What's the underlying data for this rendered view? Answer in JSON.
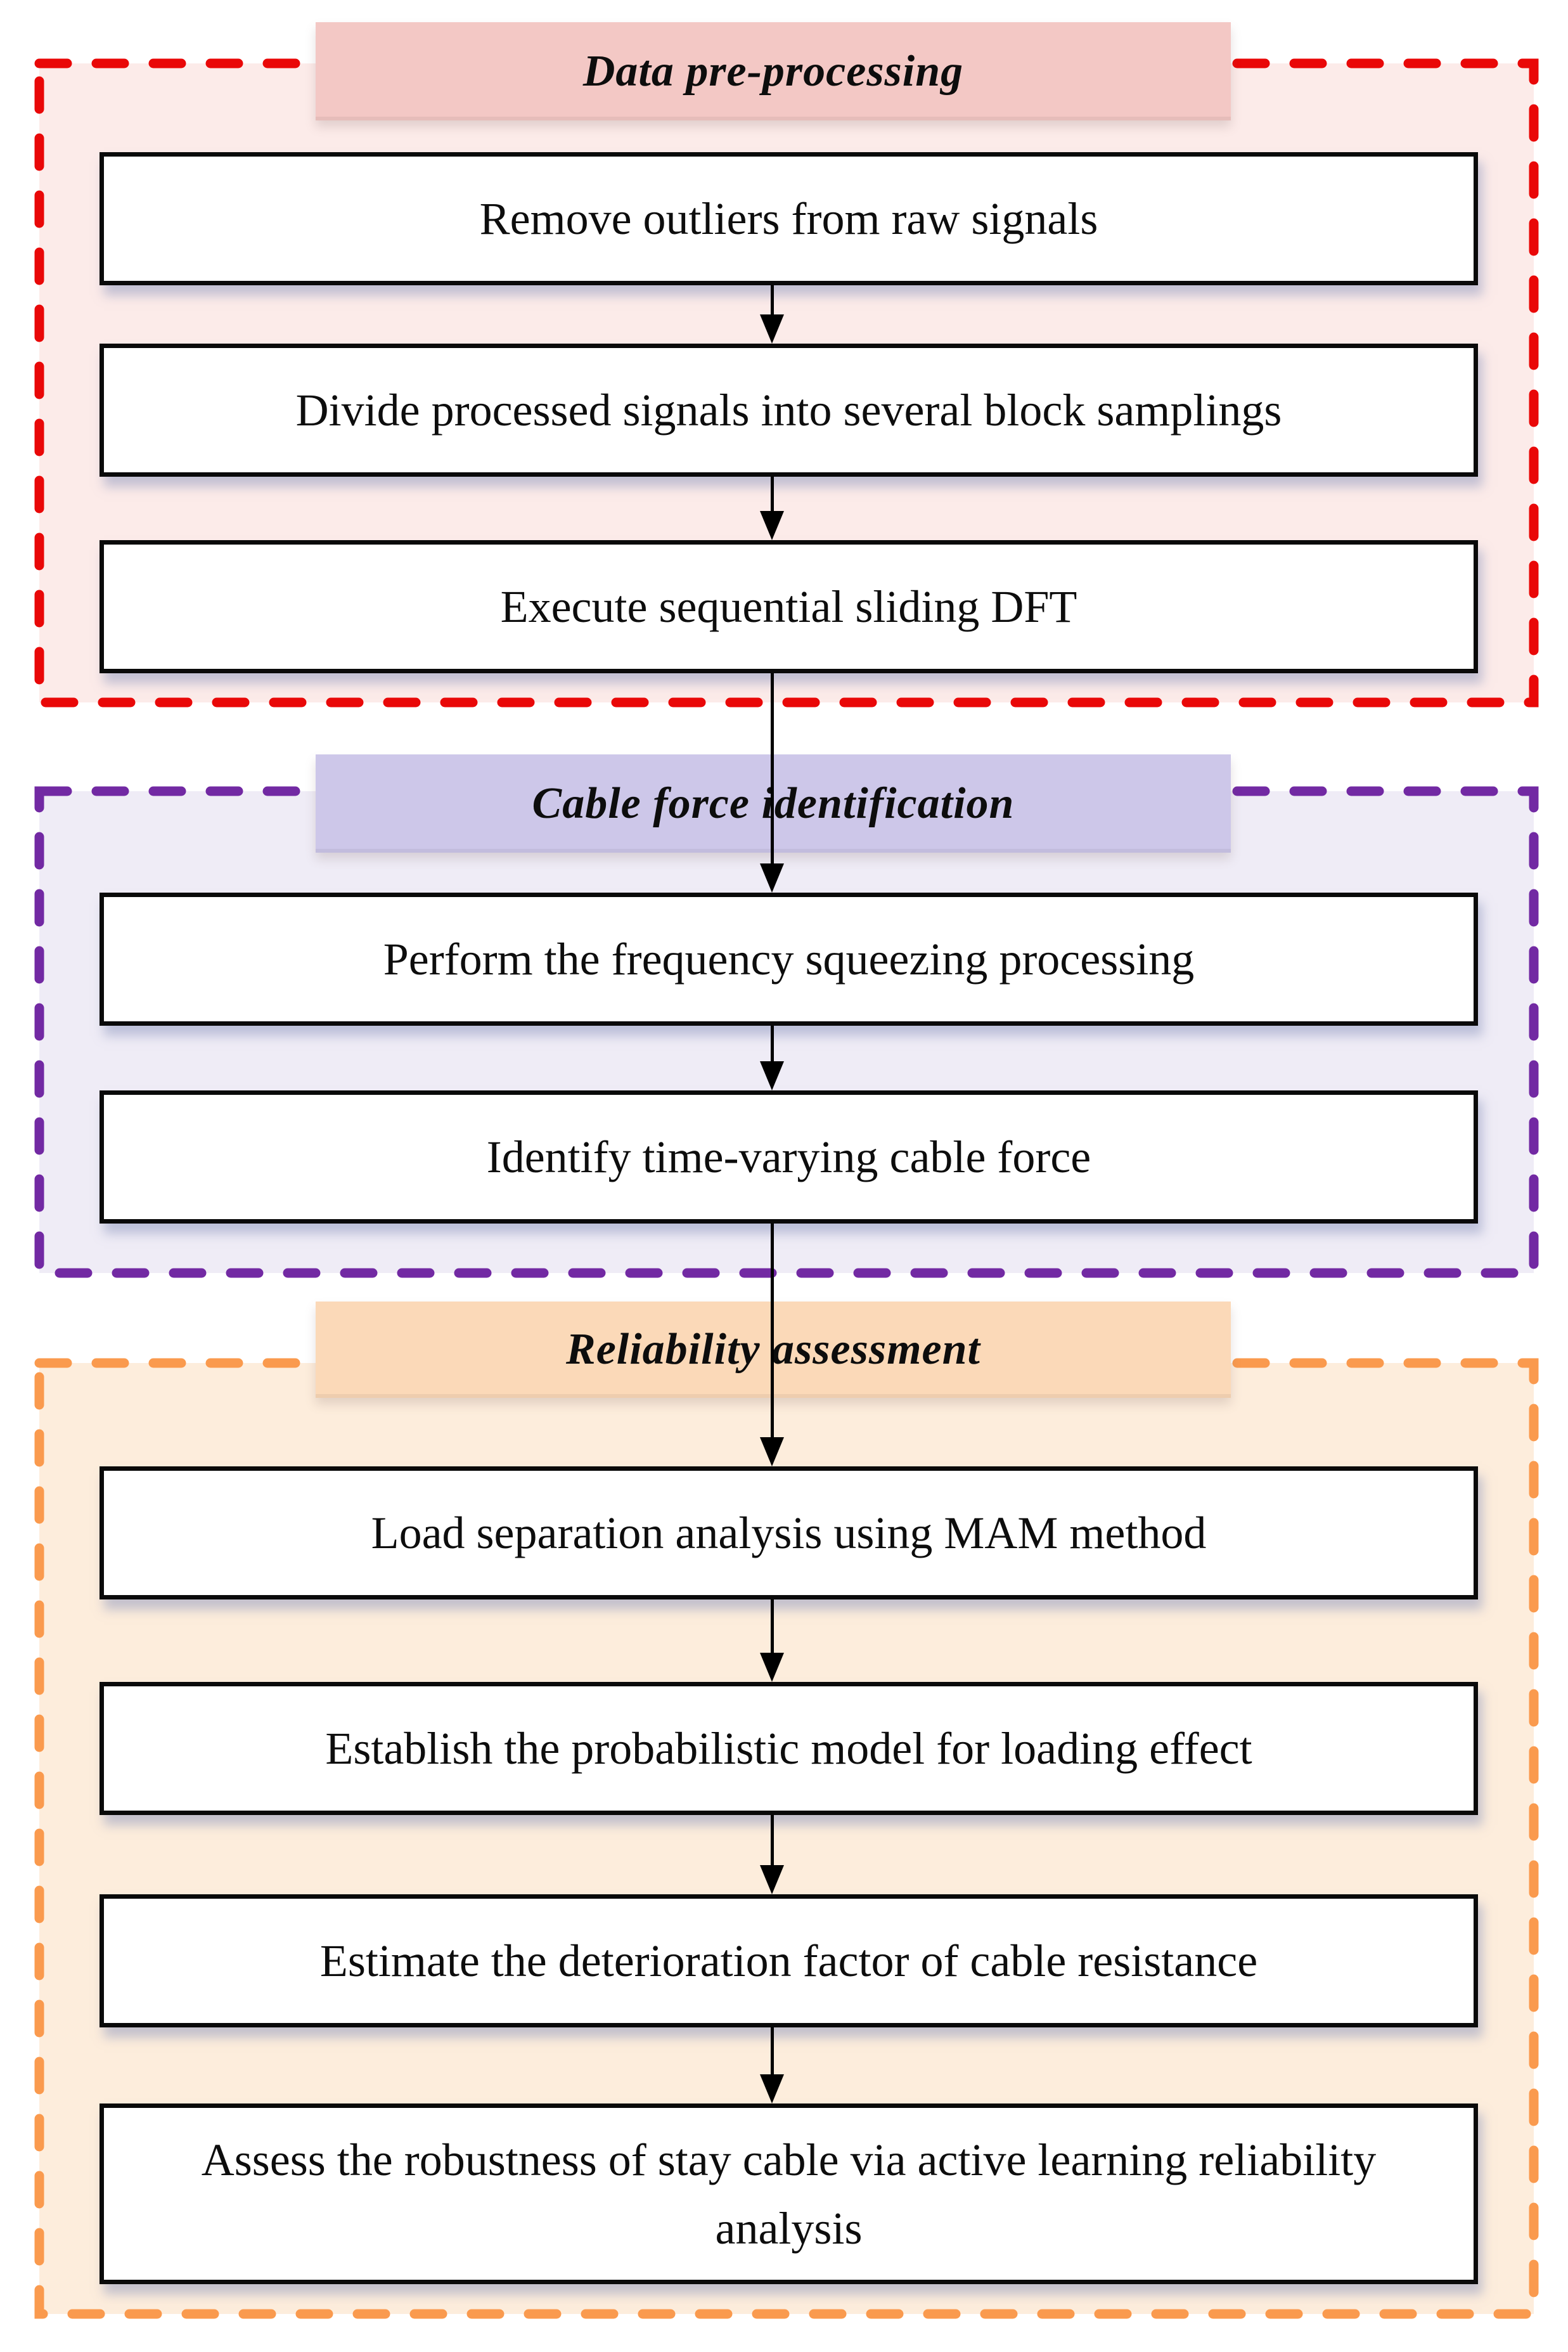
{
  "figure": {
    "sections": [
      {
        "title": "Data pre-processing",
        "accent_color": "#e90808",
        "fill_color": "#fcebe9",
        "banner_color": "#f3c8c5",
        "boxes": [
          {
            "label": "Remove outliers from raw signals"
          },
          {
            "label": "Divide processed signals into several block samplings"
          },
          {
            "label": "Execute sequential sliding DFT"
          }
        ]
      },
      {
        "title": "Cable force identification",
        "accent_color": "#7229a3",
        "fill_color": "#efecf6",
        "banner_color": "#cdc7e9",
        "boxes": [
          {
            "label": "Perform the frequency squeezing processing"
          },
          {
            "label": "Identify time-varying cable force"
          }
        ]
      },
      {
        "title": "Reliability assessment",
        "accent_color": "#fa9a4e",
        "fill_color": "#fdeddc",
        "banner_color": "#fbd9b8",
        "boxes": [
          {
            "label": "Load separation analysis using MAM method"
          },
          {
            "label": "Establish the probabilistic model for loading effect"
          },
          {
            "label": "Estimate the deterioration factor of cable resistance"
          },
          {
            "label": "Assess the robustness of stay cable via active learning reliability analysis"
          }
        ]
      }
    ]
  }
}
